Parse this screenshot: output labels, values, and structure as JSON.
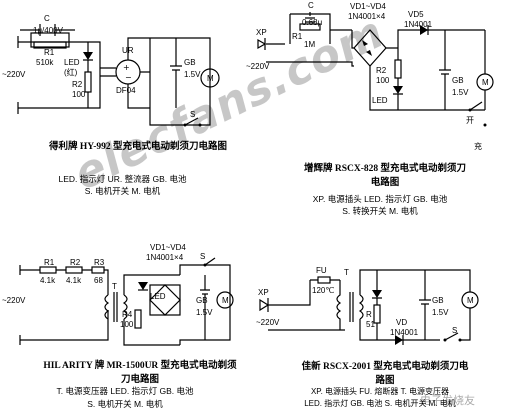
{
  "watermark": {
    "text": "elecfans.com",
    "corner": "电子发烧友"
  },
  "circuit1": {
    "labels": {
      "c": "C",
      "c_val": "1μ/400V",
      "r1": "R1",
      "r1_val": "510k",
      "led": "LED",
      "red": "(红)",
      "r2": "R2",
      "r2_val": "100",
      "mains": "~220V",
      "ur": "UR",
      "bridge": "DF04",
      "gb": "GB",
      "gb_val": "1.5V",
      "s": "S",
      "motor": "M"
    },
    "title": "得利牌 HY-992 型充电式电动剃须刀电路图",
    "legend": [
      "LED. 指示灯  UR. 整流器  GB. 电池",
      "S. 电机开关  M. 电机"
    ]
  },
  "circuit2": {
    "labels": {
      "xp": "XP",
      "mains": "~220V",
      "c": "C",
      "c_val": "0.68μ",
      "r1": "R1",
      "r1_val": "1M",
      "vd": "VD1~VD4",
      "vd_val": "1N4001×4",
      "vd5": "VD5",
      "vd5_val": "1N4001",
      "r2": "R2",
      "r2_val": "100",
      "led": "LED",
      "gb": "GB",
      "gb_val": "1.5V",
      "motor": "M",
      "kai": "开",
      "chong": "充"
    },
    "title": "增辉牌 RSCX-828 型充电式电动剃须刀电路图",
    "legend": [
      "XP. 电源插头  LED. 指示灯  GB. 电池",
      "S. 转换开关  M. 电机"
    ]
  },
  "circuit3": {
    "labels": {
      "r1": "R1",
      "r1_val": "4.1k",
      "r2": "R2",
      "r2_val": "4.1k",
      "r3": "R3",
      "r3_val": "68",
      "mains": "~220V",
      "t": "T",
      "vd": "VD1~VD4",
      "vd_val": "1N4001×4",
      "led": "LED",
      "r4": "R4",
      "r4_val": "100",
      "s": "S",
      "gb": "GB",
      "gb_val": "1.5V",
      "motor": "M"
    },
    "title": "HIL ARITY 牌 MR-1500UR 型充电式电动剃须刀电路图",
    "legend": [
      "T. 电源变压器  LED. 指示灯  GB. 电池",
      "S. 电机开关  M. 电机"
    ]
  },
  "circuit4": {
    "labels": {
      "fu": "FU",
      "fu_val": "120℃",
      "t": "T",
      "xp": "XP",
      "mains": "~220V",
      "r": "R",
      "r_val": "51",
      "vd": "VD",
      "vd_val": "1N4001",
      "gb": "GB",
      "gb_val": "1.5V",
      "s": "S",
      "motor": "M"
    },
    "title": "佳新 RSCX-2001 型充电式电动剃须刀电路图",
    "legend": [
      "XP. 电源插头  FU. 熔断器  T. 电源变压器",
      "LED. 指示灯  GB. 电池  S. 电机开关  M. 电机"
    ]
  }
}
